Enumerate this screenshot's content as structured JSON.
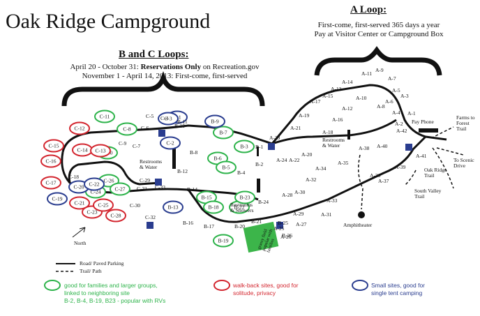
{
  "title": "Oak Ridge Campground",
  "a_loop": {
    "heading": "A Loop:",
    "line1": "First-come, first-served 365 days a year",
    "line2": "Pay at Visitor Center or Campground Box"
  },
  "bc_loops": {
    "heading": "B and C Loops:",
    "line1_pre": "April 20 - October 31: ",
    "line1_bold": "Reservations Only",
    "line1_post": " on Recreation.gov",
    "line2": "November 1 - April 14, 2013: First-come, first-served"
  },
  "map_labels": {
    "restrooms_water_c": "Restrooms",
    "restrooms_water_c2": "& Water",
    "restrooms_water_a": "Restrooms",
    "restrooms_water_a2": "& Water",
    "restrooms_showers": "Restrooms",
    "restrooms_showers2": "& Showers",
    "pay_phone": "Pay Phone",
    "farms_trail": "Farms to",
    "farms_trail2": "Forest Trail",
    "scenic_drive": "To Scenic",
    "scenic_drive2": "Drive",
    "oak_ridge_trail": "Oak Ridge",
    "oak_ridge_trail2": "Trail",
    "south_valley": "South Valley",
    "south_valley2": "Trail",
    "amphitheater": "Amphitheater",
    "grassy1": "grassy field",
    "grassy2": "popular with",
    "grassy3": "families",
    "north": "North",
    "road": "Road/ Paved Parking",
    "trail": "Trail/ Path"
  },
  "legend": {
    "green1": "good for families and larger groups,",
    "green2": "linked to neighboring site",
    "green3": "B-2, B-4, B-19, B23 - popular with RVs",
    "red1": "walk-back sites, good for",
    "red2": "solitude, privacy",
    "blue1": "Small sites, good for",
    "blue2": "single tent camping"
  },
  "colors": {
    "green": "#2db34a",
    "red": "#d3262f",
    "blue": "#2a3d8f",
    "grass": "#3cb54a",
    "road": "#111111"
  },
  "sites_green": [
    {
      "label": "C-11"
    },
    {
      "label": "C-8"
    },
    {
      "label": "C-10"
    },
    {
      "label": "C-26"
    },
    {
      "label": "C-27"
    },
    {
      "label": "C-24"
    },
    {
      "label": "B-7"
    },
    {
      "label": "B-6"
    },
    {
      "label": "B-5"
    },
    {
      "label": "B-3"
    },
    {
      "label": "B-15"
    },
    {
      "label": "B-18"
    },
    {
      "label": "B-22"
    },
    {
      "label": "B-23"
    },
    {
      "label": "B-19"
    }
  ],
  "sites_red": [
    {
      "label": "C-12"
    },
    {
      "label": "C-15"
    },
    {
      "label": "C-14"
    },
    {
      "label": "C-13"
    },
    {
      "label": "C-16"
    },
    {
      "label": "C-17"
    },
    {
      "label": "C-21"
    },
    {
      "label": "C-23"
    },
    {
      "label": "C-25"
    },
    {
      "label": "C-28"
    }
  ],
  "sites_blue": [
    {
      "label": "C-1"
    },
    {
      "label": "C-3"
    },
    {
      "label": "C-2"
    },
    {
      "label": "B-9"
    },
    {
      "label": "C-20"
    },
    {
      "label": "C-22"
    },
    {
      "label": "C-19"
    },
    {
      "label": "B-13"
    }
  ],
  "plain_labels": [
    "C-6",
    "C-5",
    "C-4",
    "C-7",
    "C-9",
    "C-18",
    "C-29",
    "C-30",
    "C-31",
    "C-32",
    "C-33",
    "B-8",
    "B-10",
    "B-11",
    "B-12",
    "B-14",
    "B-16",
    "B-17",
    "B-20",
    "B-21",
    "B-24",
    "B-25",
    "B-26",
    "B-1",
    "B-2",
    "B-4",
    "A-1",
    "A-2",
    "A-3",
    "A-4",
    "A-5",
    "A-6",
    "A-7",
    "A-8",
    "A-9",
    "A-10",
    "A-11",
    "A-12",
    "A-13",
    "A-14",
    "A-15",
    "A-16",
    "A-17",
    "A-18",
    "A-19",
    "A-20",
    "A-21",
    "A-22",
    "A-23",
    "A-24",
    "A-25",
    "A-26",
    "A-27",
    "A-28",
    "A-29",
    "A-30",
    "A-31",
    "A-32",
    "A-33",
    "A-34",
    "A-35",
    "A-36",
    "A-37",
    "A-38",
    "A-39",
    "A-40",
    "A-41",
    "A-42"
  ]
}
